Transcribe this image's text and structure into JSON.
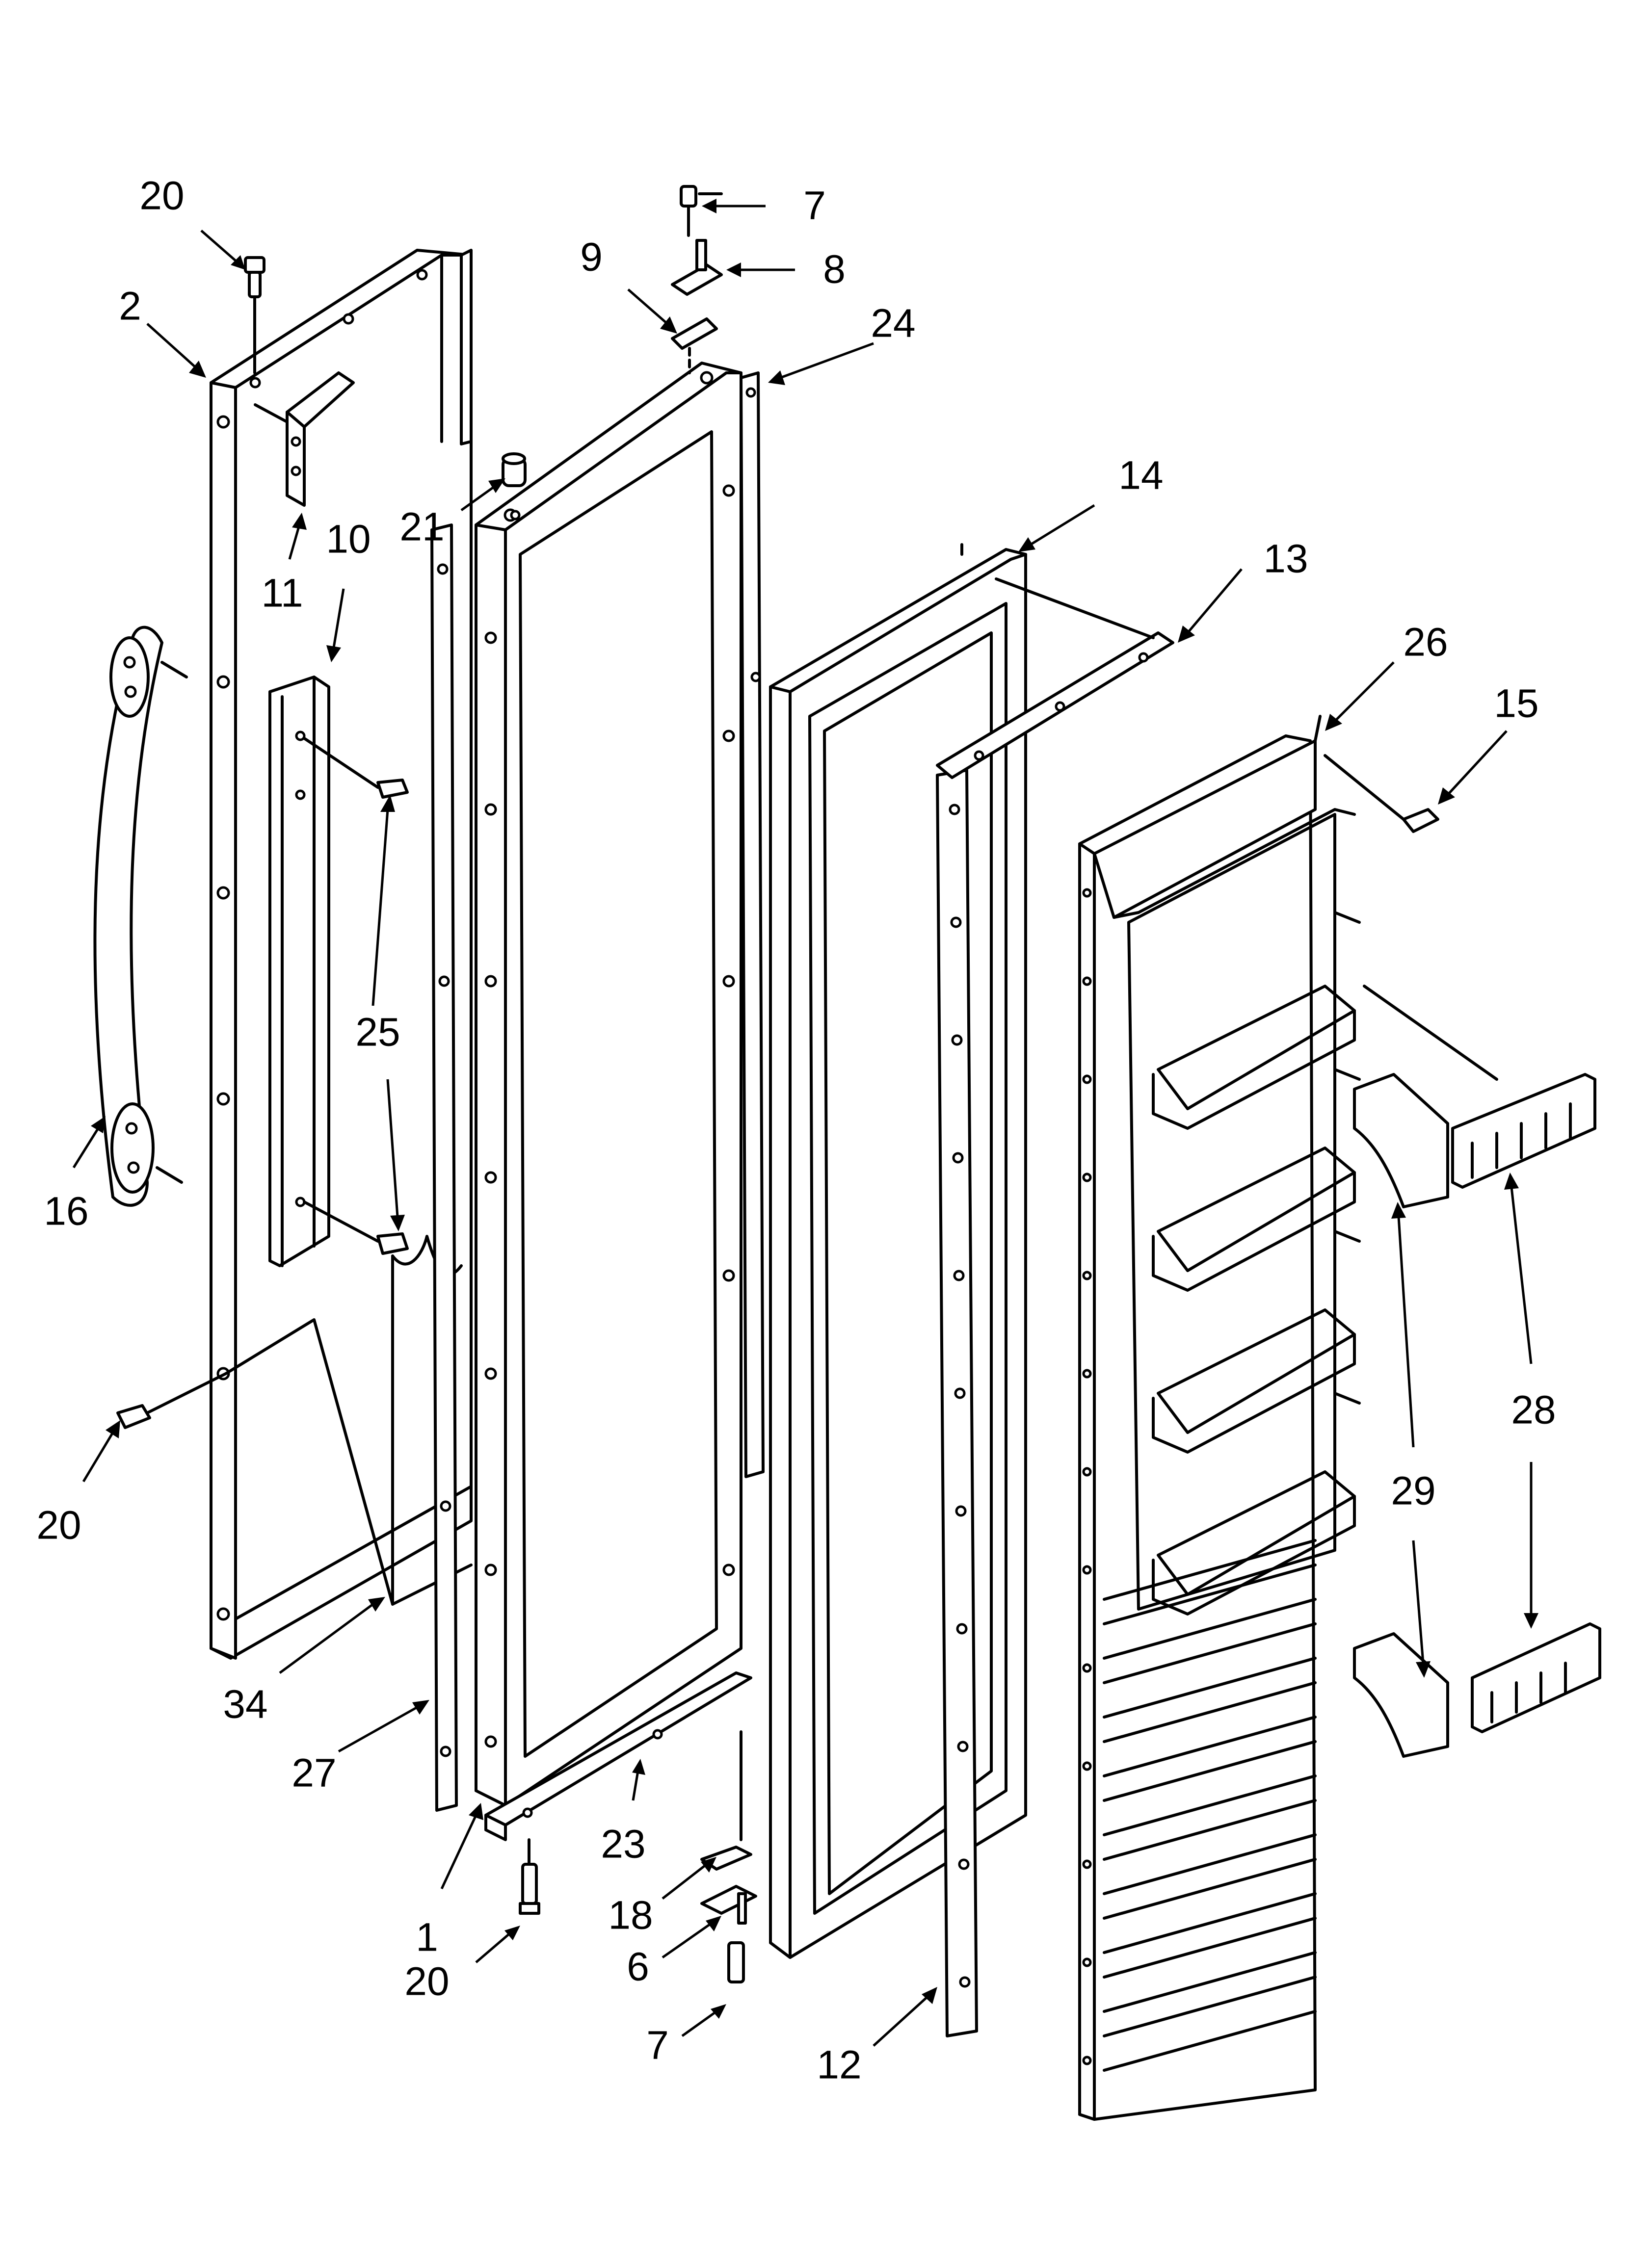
{
  "diagram": {
    "type": "exploded-parts-view",
    "callouts": [
      {
        "id": "c-20-top",
        "label": "20"
      },
      {
        "id": "c-2",
        "label": "2"
      },
      {
        "id": "c-7-top",
        "label": "7"
      },
      {
        "id": "c-8",
        "label": "8"
      },
      {
        "id": "c-9",
        "label": "9"
      },
      {
        "id": "c-24",
        "label": "24"
      },
      {
        "id": "c-21",
        "label": "21"
      },
      {
        "id": "c-11",
        "label": "11"
      },
      {
        "id": "c-10",
        "label": "10"
      },
      {
        "id": "c-14",
        "label": "14"
      },
      {
        "id": "c-13",
        "label": "13"
      },
      {
        "id": "c-26",
        "label": "26"
      },
      {
        "id": "c-15",
        "label": "15"
      },
      {
        "id": "c-25",
        "label": "25"
      },
      {
        "id": "c-16",
        "label": "16"
      },
      {
        "id": "c-20-left",
        "label": "20"
      },
      {
        "id": "c-34",
        "label": "34"
      },
      {
        "id": "c-27",
        "label": "27"
      },
      {
        "id": "c-1",
        "label": "1"
      },
      {
        "id": "c-23",
        "label": "23"
      },
      {
        "id": "c-18",
        "label": "18"
      },
      {
        "id": "c-6",
        "label": "6"
      },
      {
        "id": "c-20-bottom",
        "label": "20"
      },
      {
        "id": "c-7-bottom",
        "label": "7"
      },
      {
        "id": "c-12",
        "label": "12"
      },
      {
        "id": "c-29",
        "label": "29"
      },
      {
        "id": "c-28",
        "label": "28"
      }
    ]
  }
}
